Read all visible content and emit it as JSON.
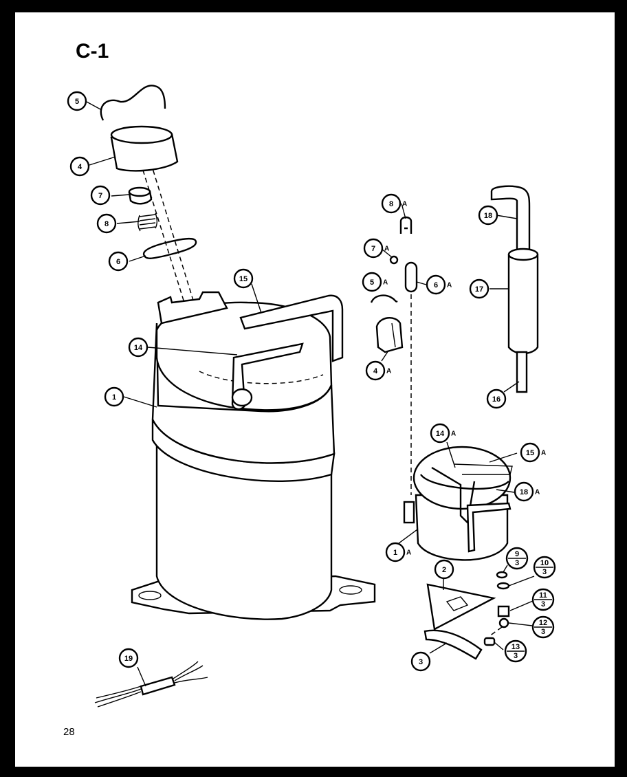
{
  "diagram": {
    "title": "C-1",
    "page_number": "28",
    "callouts": [
      {
        "id": "c5",
        "number": "5",
        "suffix": ""
      },
      {
        "id": "c4",
        "number": "4",
        "suffix": ""
      },
      {
        "id": "c7",
        "number": "7",
        "suffix": ""
      },
      {
        "id": "c8",
        "number": "8",
        "suffix": ""
      },
      {
        "id": "c6",
        "number": "6",
        "suffix": ""
      },
      {
        "id": "c15",
        "number": "15",
        "suffix": ""
      },
      {
        "id": "c14",
        "number": "14",
        "suffix": ""
      },
      {
        "id": "c1",
        "number": "1",
        "suffix": ""
      },
      {
        "id": "c19",
        "number": "19",
        "suffix": ""
      },
      {
        "id": "c8a",
        "number": "8",
        "suffix": "A"
      },
      {
        "id": "c7a",
        "number": "7",
        "suffix": "A"
      },
      {
        "id": "c5a",
        "number": "5",
        "suffix": "A"
      },
      {
        "id": "c6a",
        "number": "6",
        "suffix": "A"
      },
      {
        "id": "c4a",
        "number": "4",
        "suffix": "A"
      },
      {
        "id": "c18",
        "number": "18",
        "suffix": ""
      },
      {
        "id": "c17",
        "number": "17",
        "suffix": ""
      },
      {
        "id": "c16",
        "number": "16",
        "suffix": ""
      },
      {
        "id": "c14a",
        "number": "14",
        "suffix": "A"
      },
      {
        "id": "c15a",
        "number": "15",
        "suffix": "A"
      },
      {
        "id": "c18a",
        "number": "18",
        "suffix": "A"
      },
      {
        "id": "c1a",
        "number": "1",
        "suffix": "A"
      },
      {
        "id": "c2",
        "number": "2",
        "suffix": ""
      },
      {
        "id": "c3",
        "number": "3",
        "suffix": ""
      }
    ],
    "fraction_callouts": [
      {
        "id": "f9",
        "top": "9",
        "bottom": "3"
      },
      {
        "id": "f10",
        "top": "10",
        "bottom": "3"
      },
      {
        "id": "f11",
        "top": "11",
        "bottom": "3"
      },
      {
        "id": "f12",
        "top": "12",
        "bottom": "3"
      },
      {
        "id": "f13",
        "top": "13",
        "bottom": "3"
      }
    ]
  }
}
